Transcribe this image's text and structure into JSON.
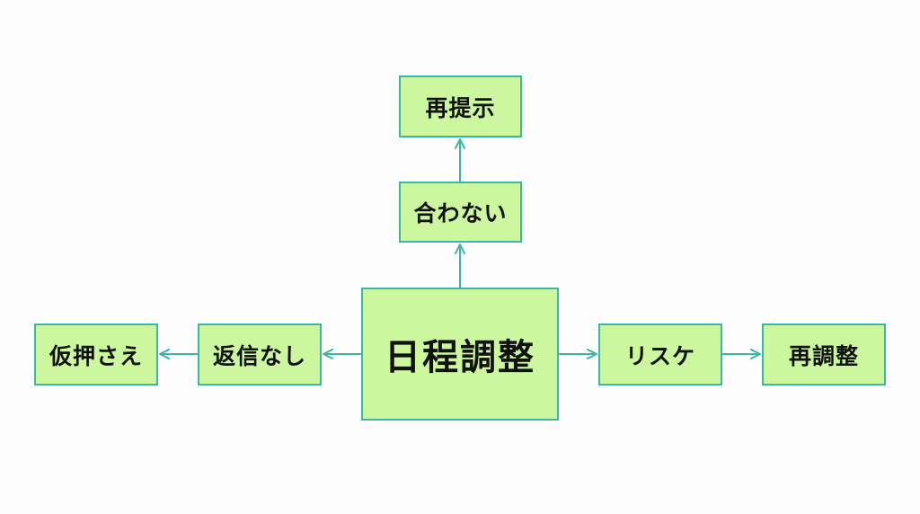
{
  "diagram": {
    "nodes": {
      "center": "日程調整",
      "up_1": "合わない",
      "up_2": "再提示",
      "left_1": "返信なし",
      "left_2": "仮押さえ",
      "right_1": "リスケ",
      "right_2": "再調整"
    },
    "colors": {
      "node_fill": "#cdf79e",
      "node_border": "#3fb5a6",
      "arrow": "#3fb5a6",
      "text": "#111111"
    },
    "edges": [
      {
        "from": "center",
        "to": "up_1"
      },
      {
        "from": "up_1",
        "to": "up_2"
      },
      {
        "from": "center",
        "to": "left_1"
      },
      {
        "from": "left_1",
        "to": "left_2"
      },
      {
        "from": "center",
        "to": "right_1"
      },
      {
        "from": "right_1",
        "to": "right_2"
      }
    ]
  }
}
